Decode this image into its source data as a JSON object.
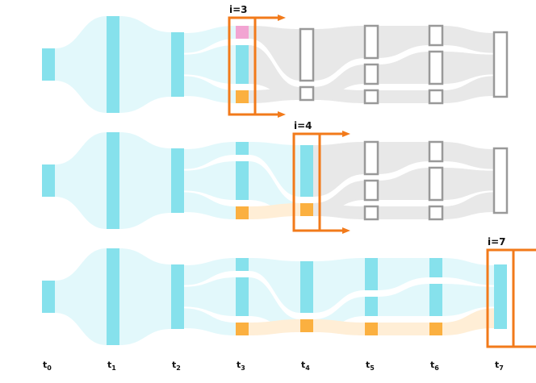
{
  "colors": {
    "node": "#86e1ec",
    "flow": "#e2f8fb",
    "pink": "#f2a4d2",
    "orange": "#fbb040",
    "orange_flow": "#ffeed6",
    "gray_flow": "#e8e8e8",
    "gray_stroke": "#999999",
    "bracket": "#f27a1a"
  },
  "time_labels": [
    {
      "base": "t",
      "sub": "0"
    },
    {
      "base": "t",
      "sub": "1"
    },
    {
      "base": "t",
      "sub": "2"
    },
    {
      "base": "t",
      "sub": "3"
    },
    {
      "base": "t",
      "sub": "4"
    },
    {
      "base": "t",
      "sub": "5"
    },
    {
      "base": "t",
      "sub": "6"
    },
    {
      "base": "t",
      "sub": "7"
    }
  ],
  "panels": [
    {
      "label": "i=3",
      "step": 3
    },
    {
      "label": "i=4",
      "step": 4
    },
    {
      "label": "i=7",
      "step": 7
    }
  ]
}
